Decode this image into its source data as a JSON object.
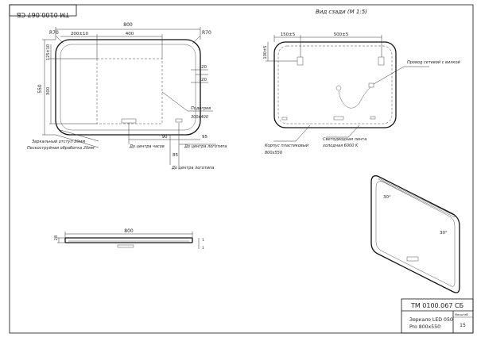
{
  "stamp": {
    "code_top": "TM 0100.067 CБ",
    "code_main": "TM 0100.067 CБ",
    "title_line1": "Зеркало LED 050",
    "title_line2": "Pro 800x550",
    "sheet_label": "Масштаб",
    "sheet_value": "15"
  },
  "front": {
    "total_width": "800",
    "dim_left": "200±10",
    "dim_mid": "400",
    "radius_left": "R70",
    "radius_right": "R70",
    "height": "550",
    "dim_125": "125±10",
    "dim_300": "300",
    "dim_20_top": "20",
    "dim_20_mid": "20",
    "heater_label": "Подогрев",
    "heater_size": "300х400",
    "dim_90": "90",
    "dim_95": "95",
    "dim_85": "85",
    "note_mirror_offset": "Зеркальный отступ 20мм",
    "note_sandblast": "Пескоструйная обработка 20мм",
    "note_clock_center": "До центра часов",
    "note_logo_center": "До центра логотипа",
    "note_logo_center2": "До центра логотипа"
  },
  "back": {
    "title": "Вид сзади (М 1:5)",
    "dim_150": "150±5",
    "dim_500": "500±5",
    "dim_100": "100±5",
    "note_wire": "Провод сетевой с вилкой",
    "note_case": "Корпус пластиковый",
    "case_size": "800х550",
    "note_led": "Светодиодная лента",
    "led_color": "холодная 6000 K"
  },
  "side": {
    "width": "800",
    "thickness": "28"
  }
}
